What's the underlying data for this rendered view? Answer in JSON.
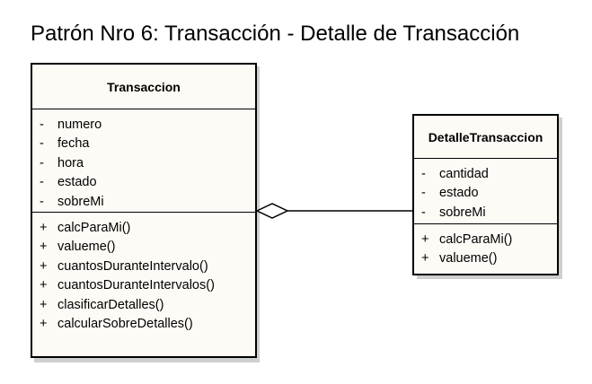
{
  "title": "Patrón Nro 6: Transacción - Detalle de Transacción",
  "classes": {
    "transaccion": {
      "name": "Transaccion",
      "attributes": [
        {
          "vis": "-",
          "name": "numero"
        },
        {
          "vis": "-",
          "name": "fecha"
        },
        {
          "vis": "-",
          "name": "hora"
        },
        {
          "vis": "-",
          "name": "estado"
        },
        {
          "vis": "-",
          "name": "sobreMi"
        }
      ],
      "operations": [
        {
          "vis": "+",
          "name": "calcParaMi()"
        },
        {
          "vis": "+",
          "name": "valueme()"
        },
        {
          "vis": "+",
          "name": "cuantosDuranteIntervalo()"
        },
        {
          "vis": "+",
          "name": "cuantosDuranteIntervalos()"
        },
        {
          "vis": "+",
          "name": "clasificarDetalles()"
        },
        {
          "vis": "+",
          "name": "calcularSobreDetalles()"
        }
      ]
    },
    "detalle": {
      "name": "DetalleTransaccion",
      "attributes": [
        {
          "vis": "-",
          "name": "cantidad"
        },
        {
          "vis": "-",
          "name": "estado"
        },
        {
          "vis": "-",
          "name": "sobreMi"
        }
      ],
      "operations": [
        {
          "vis": "+",
          "name": "calcParaMi()"
        },
        {
          "vis": "+",
          "name": "valueme()"
        }
      ]
    }
  },
  "relationship": {
    "type": "aggregation",
    "whole": "Transaccion",
    "part": "DetalleTransaccion"
  }
}
